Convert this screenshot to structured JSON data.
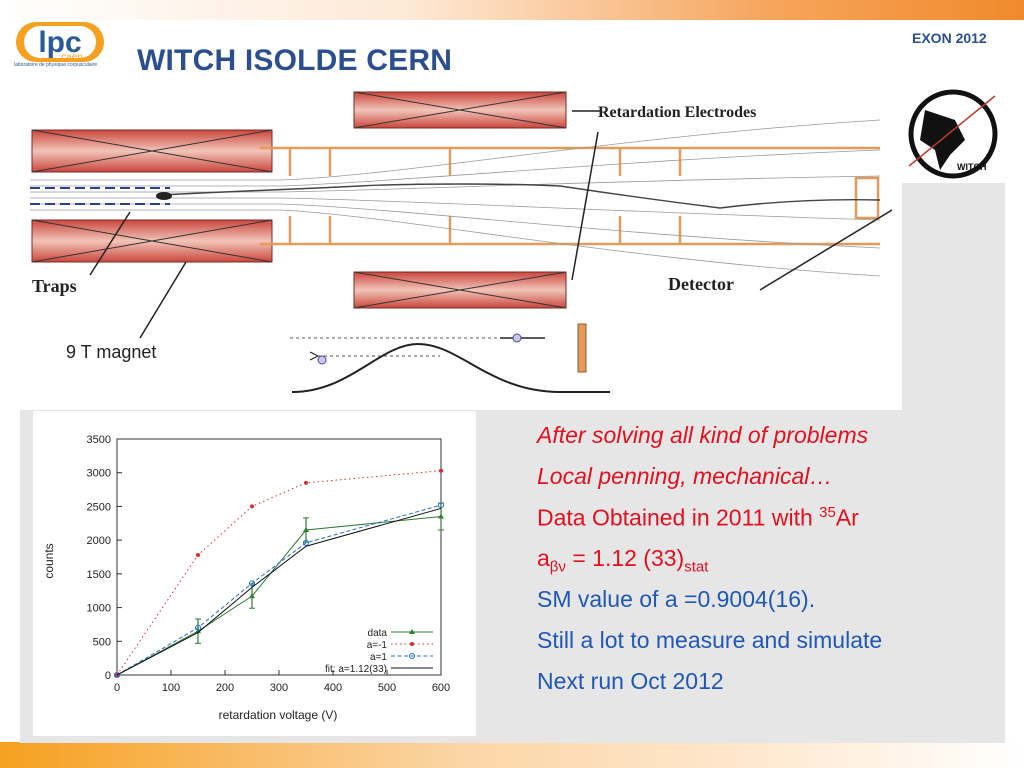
{
  "header": {
    "title": "WITCH ISOLDE CERN",
    "conference": "EXON 2012"
  },
  "logo": {
    "text": "lpc",
    "sub1": "caen",
    "tagline": "laboratoire de physique corpusculaire"
  },
  "colors": {
    "title": "#2b4f8e",
    "blue_text": "#1f57b7",
    "red_text": "#e3101f",
    "magnet": "#c9463d",
    "electrode": "#e39a5a"
  },
  "diagram": {
    "labels": {
      "retardation": "Retardation Electrodes",
      "traps": "Traps",
      "magnet": "9 T magnet",
      "detector": "Detector"
    },
    "witch_logo_text": "WITCH"
  },
  "bullets": {
    "line1": "After solving all kind of problems",
    "line2": "Local penning, mechanical…",
    "line3_pre": "Data Obtained in 2011 with ",
    "line3_sup": "35",
    "line3_post": "Ar",
    "line4_pre": "a",
    "line4_sub": "βν",
    "line4_mid": " = 1.12 (33)",
    "line4_sub2": "stat",
    "line5": "SM value of a =0.9004(16).",
    "line6": "Still a lot to measure and simulate",
    "line7": "Next run Oct 2012"
  },
  "chart_data": {
    "type": "line",
    "xlabel": "retardation voltage (V)",
    "ylabel": "counts",
    "xlim": [
      0,
      600
    ],
    "ylim": [
      0,
      3500
    ],
    "xticks": [
      0,
      100,
      200,
      300,
      400,
      500,
      600
    ],
    "yticks": [
      0,
      500,
      1000,
      1500,
      2000,
      2500,
      3000,
      3500
    ],
    "legend_position": "bottom-right",
    "series": [
      {
        "name": "data",
        "style": "errorbar",
        "color": "#2e7d32",
        "x": [
          0,
          150,
          250,
          350,
          600
        ],
        "y": [
          0,
          650,
          1170,
          2150,
          2350
        ],
        "err": [
          0,
          180,
          180,
          180,
          200
        ]
      },
      {
        "name": "a=-1",
        "style": "dotted",
        "color": "#d32f2f",
        "x": [
          0,
          150,
          250,
          350,
          600
        ],
        "y": [
          0,
          1780,
          2500,
          2850,
          3030
        ]
      },
      {
        "name": "a=1",
        "style": "dashed",
        "color": "#1e6fd0",
        "x": [
          0,
          150,
          250,
          350,
          600
        ],
        "y": [
          0,
          700,
          1360,
          1960,
          2520
        ]
      },
      {
        "name": "fit: a=1.12(33)",
        "style": "solid",
        "color": "#111111",
        "x": [
          0,
          150,
          250,
          350,
          600
        ],
        "y": [
          0,
          630,
          1300,
          1910,
          2470
        ]
      }
    ]
  }
}
